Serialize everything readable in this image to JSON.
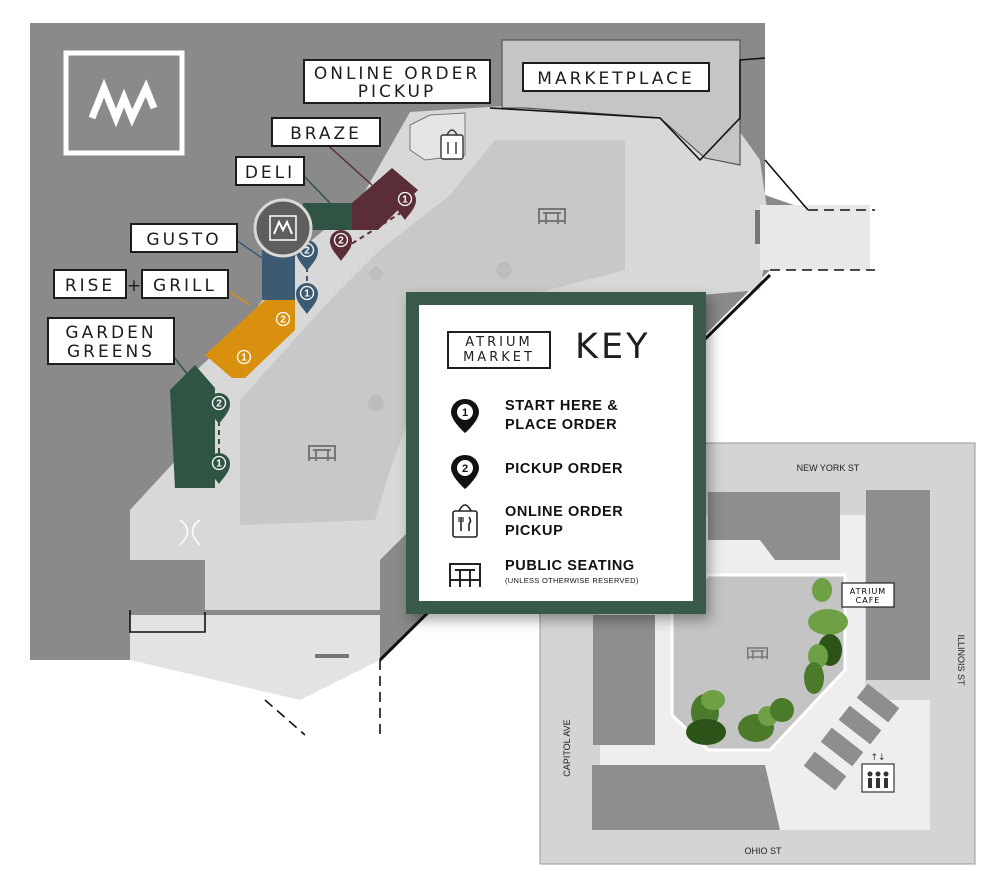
{
  "vendors": {
    "online_order_pickup": [
      "ONLINE ORDER",
      "PICKUP"
    ],
    "marketplace": "MARKETPLACE",
    "braze": "BRAZE",
    "deli": "DELI",
    "gusto": "GUSTO",
    "rise": "RISE",
    "plus": "+",
    "grill": "GRILL",
    "garden_greens": [
      "GARDEN",
      "GREENS"
    ]
  },
  "vendor_colors": {
    "braze": "#5a2d37",
    "deli": "#2f5443",
    "gusto": "#3d5a73",
    "rise_grill": "#d8900e",
    "garden_greens": "#2f5443"
  },
  "pins": [
    {
      "vendor": "braze",
      "step": "1"
    },
    {
      "vendor": "braze",
      "step": "2"
    },
    {
      "vendor": "gusto",
      "step": "2"
    },
    {
      "vendor": "gusto",
      "step": "1"
    },
    {
      "vendor": "rise_grill",
      "step": "2"
    },
    {
      "vendor": "rise_grill",
      "step": "1"
    },
    {
      "vendor": "garden_greens",
      "step": "2"
    },
    {
      "vendor": "garden_greens",
      "step": "1"
    }
  ],
  "key": {
    "logo_lines": [
      "ATRIUM",
      "MARKET"
    ],
    "title": "KEY",
    "items": [
      {
        "icon": "pin-1-icon",
        "lines": [
          "START HERE &",
          "PLACE ORDER"
        ]
      },
      {
        "icon": "pin-2-icon",
        "lines": [
          "PICKUP ORDER"
        ]
      },
      {
        "icon": "shopping-bag-utensils-icon",
        "lines": [
          "ONLINE ORDER",
          "PICKUP"
        ]
      },
      {
        "icon": "picnic-table-icon",
        "lines": [
          "PUBLIC SEATING"
        ],
        "note": "(UNLESS OTHERWISE RESERVED)"
      }
    ]
  },
  "inset": {
    "streets": {
      "north": "NEW YORK ST",
      "south": "OHIO ST",
      "east": "ILLINOIS ST",
      "west": "CAPITOL AVE"
    },
    "cafe": [
      "ATRIUM",
      "CAFE"
    ],
    "icons": [
      "elevator-icon",
      "picnic-table-icon"
    ]
  },
  "brand_logo": "angular-m-logo-icon"
}
